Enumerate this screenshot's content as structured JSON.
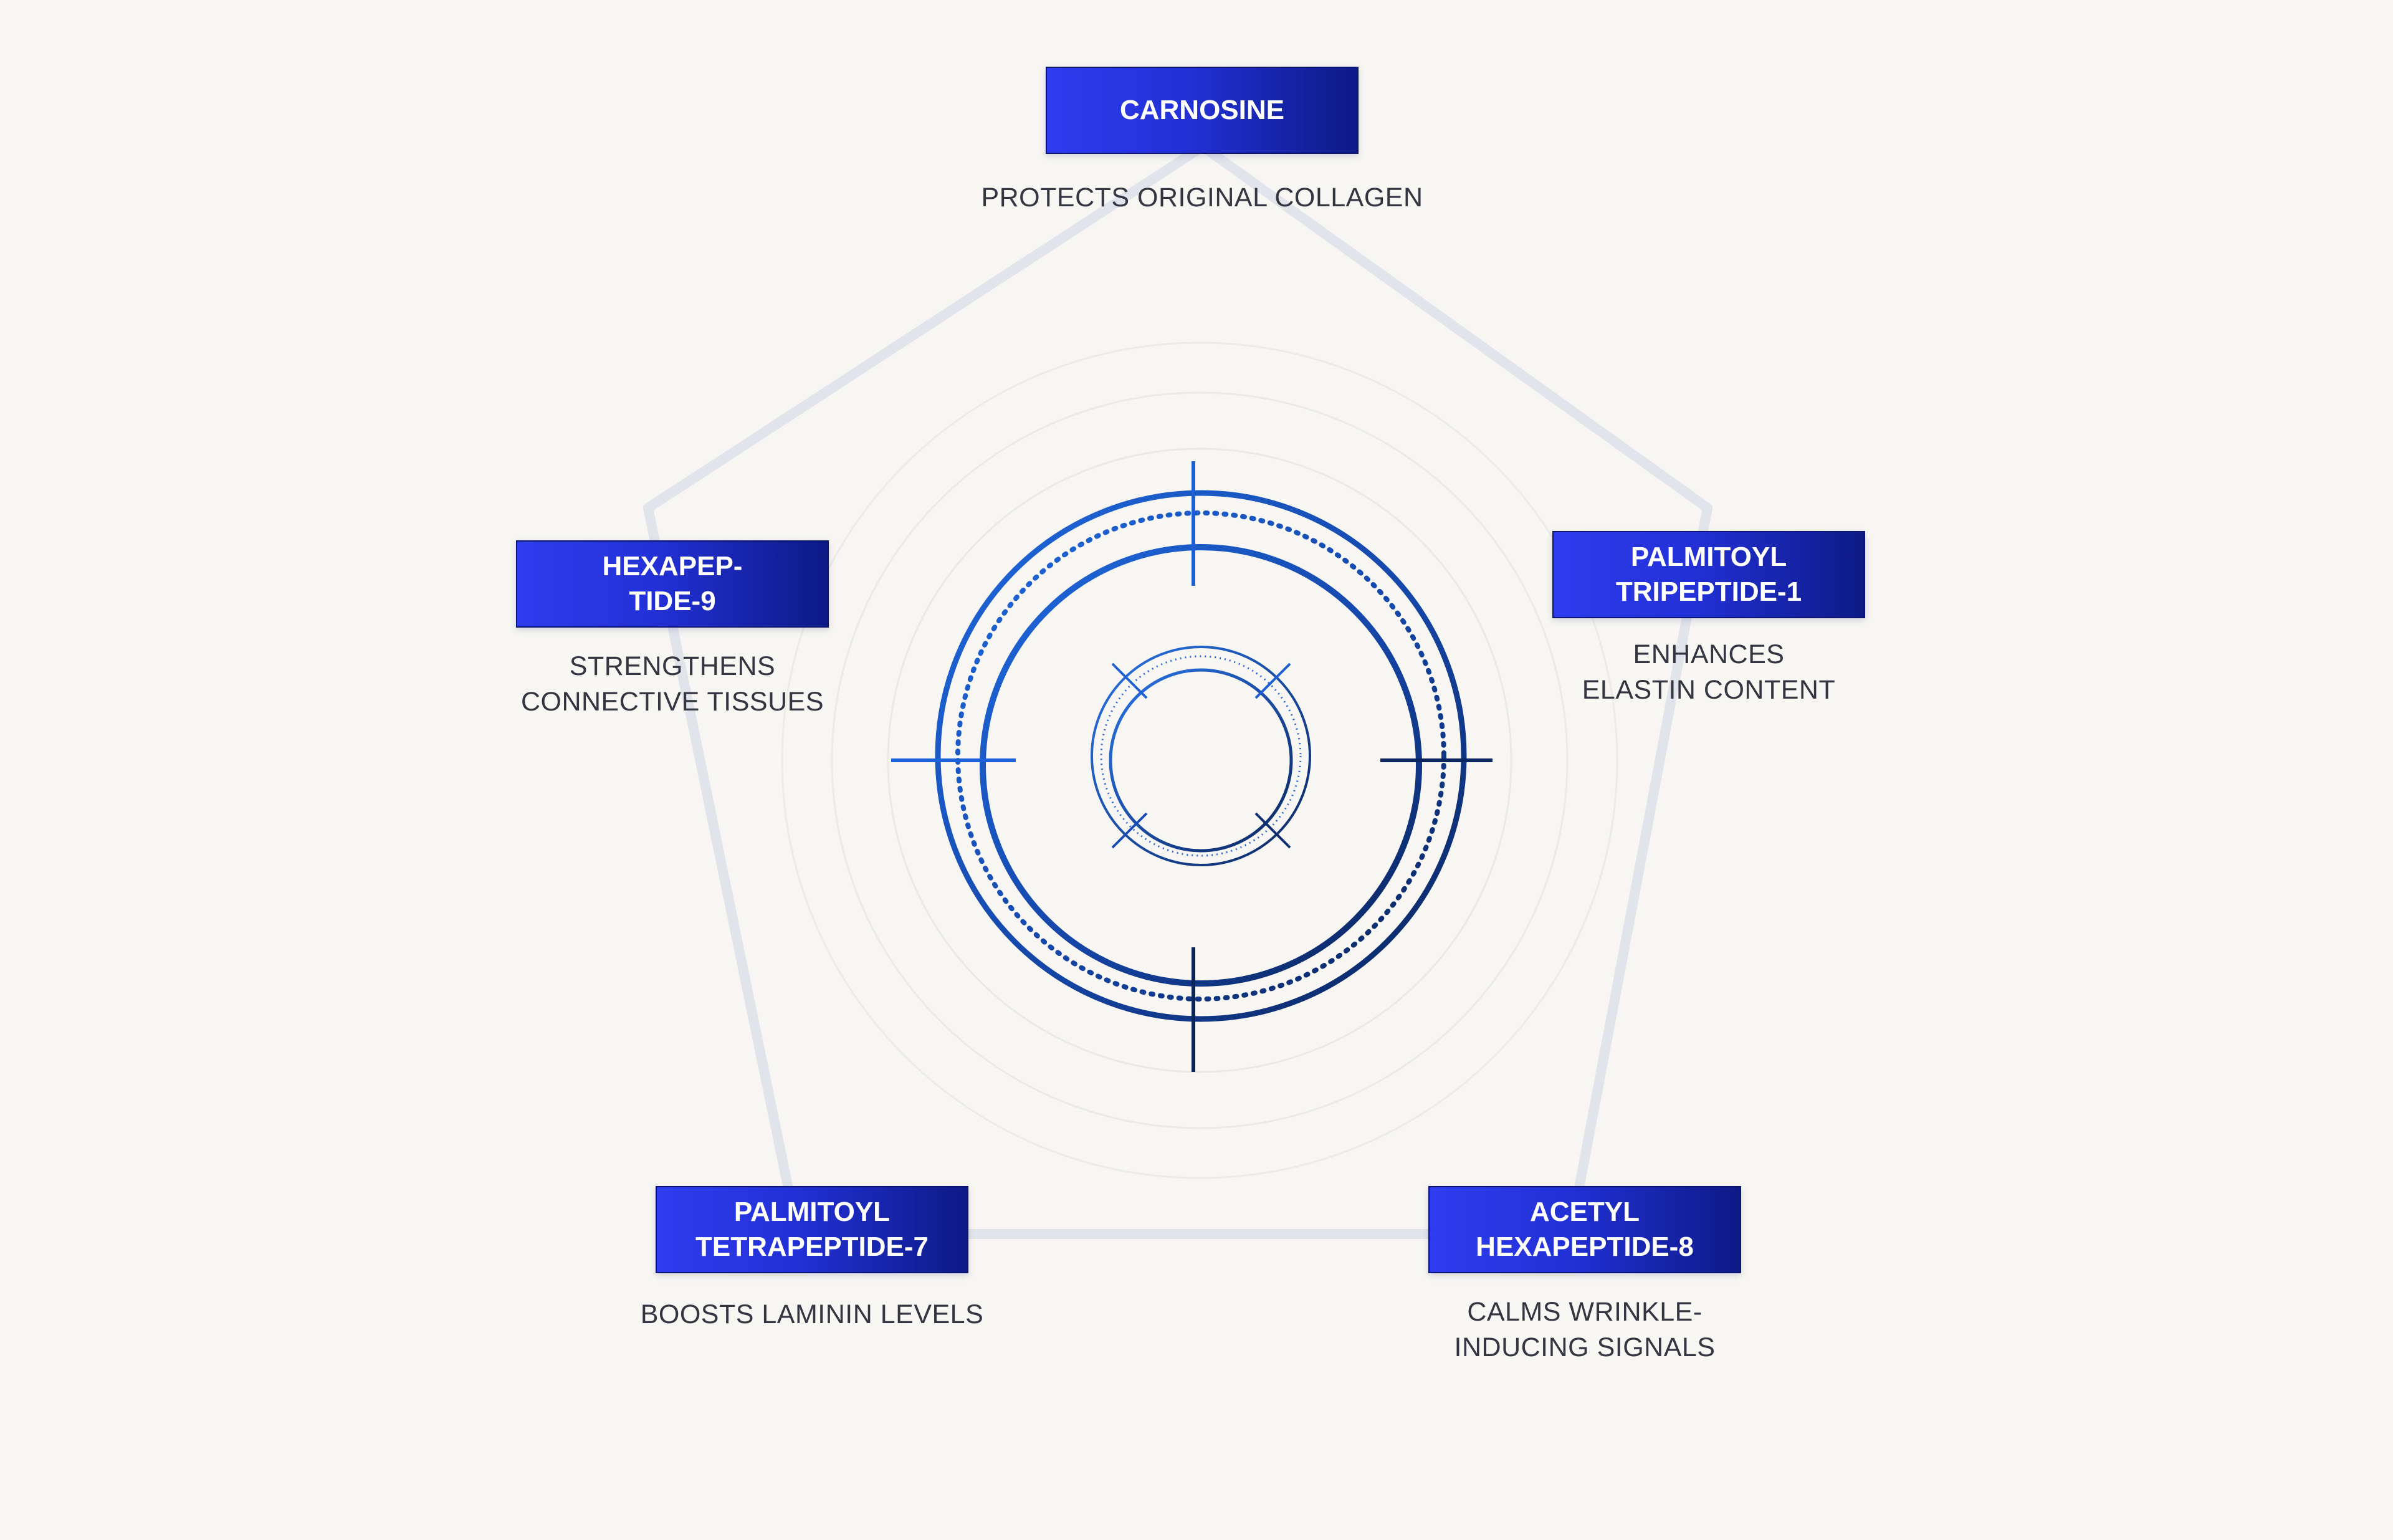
{
  "colors": {
    "background": "#f7f6f2",
    "pentagon": "#e0e3ea",
    "ring_bright": "#1f5fd6",
    "ring_dark": "#0b2a66",
    "label_fill": "#2230d6"
  },
  "nodes": [
    {
      "id": "carnosine",
      "label": "CARNOSINE",
      "description": "PROTECTS ORIGINAL COLLAGEN"
    },
    {
      "id": "palmitoyl-tripeptide-1",
      "label": "PALMITOYL\nTRIPEPTIDE-1",
      "description": "ENHANCES\nELASTIN CONTENT"
    },
    {
      "id": "hexapeptide-9",
      "label": "HEXAPEP-\nTIDE-9",
      "description": "STRENGTHENS\nCONNECTIVE TISSUES"
    },
    {
      "id": "palmitoyl-tetrapeptide-7",
      "label": "PALMITOYL\nTETRAPEPTIDE-7",
      "description": "BOOSTS LAMININ LEVELS"
    },
    {
      "id": "acetyl-hexapeptide-8",
      "label": "ACETYL\nHEXAPEPTIDE-8",
      "description": "CALMS WRINKLE-\nINDUCING SIGNALS"
    }
  ],
  "center_icon": "target-reticle-icon"
}
